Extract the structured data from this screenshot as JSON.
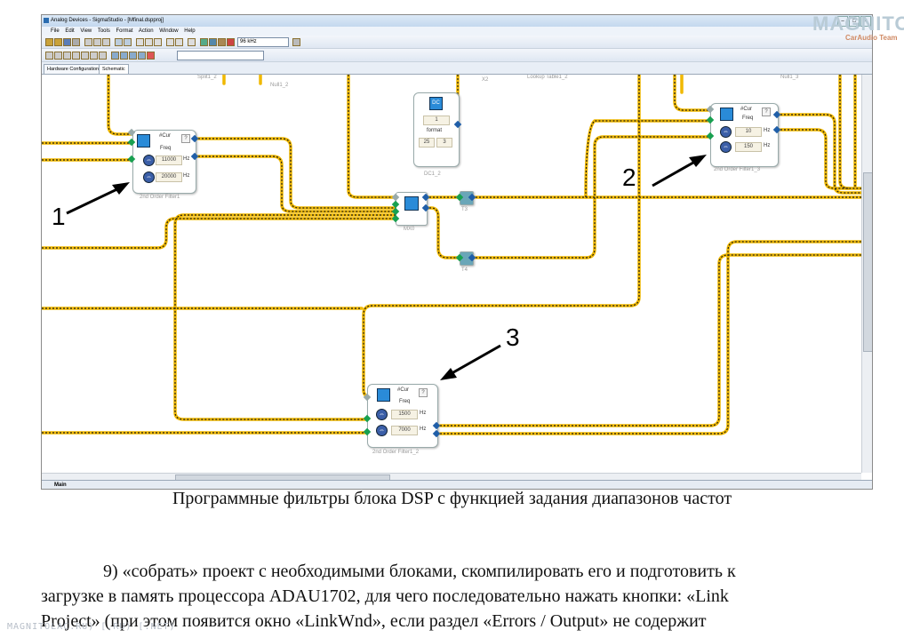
{
  "window": {
    "title": "Analog Devices - SigmaStudio - [Mfinal.dspproj]",
    "menu": [
      "File",
      "Edit",
      "View",
      "Tools",
      "Format",
      "Action",
      "Window",
      "Help"
    ],
    "sample_rate": "96 kHz",
    "tabs": [
      "Hardware Configuration",
      "Schematic"
    ],
    "status_tab": "Main"
  },
  "schematic": {
    "ghost_labels": [
      "Split1_2",
      "Null1_2",
      "X2",
      "Lookup Table1_2",
      "Null1_3"
    ],
    "filter1": {
      "header": "#Cur",
      "param": "Freq",
      "v1": "11000",
      "v2": "20000",
      "unit": "Hz",
      "name": "2nd Order Filter1"
    },
    "filter2": {
      "header": "#Cur",
      "param": "Freq",
      "v1": "10",
      "v2": "150",
      "unit": "Hz",
      "name": "2nd Order Filter1_3"
    },
    "filter3": {
      "header": "#Cur",
      "param": "Freq",
      "v1": "1500",
      "v2": "7000",
      "unit": "Hz",
      "name": "2nd Order Filter1_2"
    },
    "dc": {
      "icon": "DC",
      "value": "1",
      "format": "format",
      "f1": "25",
      "f2": "3",
      "name": "DC1_2"
    },
    "mixer": {
      "name": "MX0"
    },
    "t3": "T3",
    "t4": "T4",
    "help_mark": "?"
  },
  "annotations": [
    "1",
    "2",
    "3"
  ],
  "watermark": {
    "logo": "MAGNITOLA",
    "sub": "CarAudio Team",
    "url": "MAGNITOLAC.RU) [.RU) [.NET)"
  },
  "caption": "Программные фильтры блока DSP с функцией задания диапазонов частот",
  "paragraph": [
    "9) «собрать» проект с необходимыми блоками, скомпилировать его и подготовить к",
    "загрузке в память процессора ADAU1702, для чего последовательно нажать кнопки: «Link",
    "Project» (при этом появится окно «LinkWnd», если раздел «Errors / Output» не содержит"
  ],
  "colors": {
    "wire": "#f0b800",
    "wire_dash": "#1a1a1a",
    "pin_blue": "#1f5ea8",
    "pin_green": "#18a050"
  }
}
